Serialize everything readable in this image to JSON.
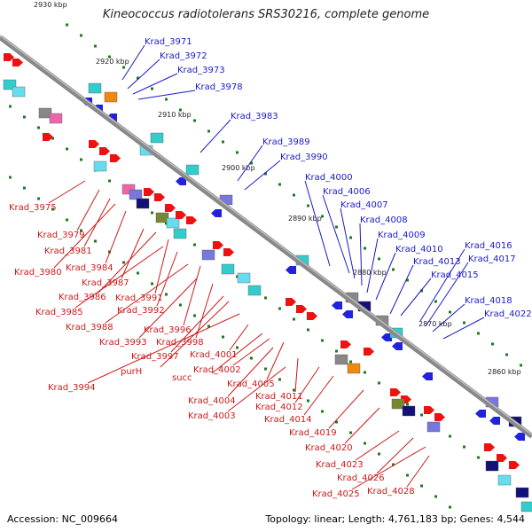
{
  "title": "Kineococcus radiotolerans SRS30216, complete genome",
  "footer": {
    "accession": "Accession: NC_009664",
    "summary": "Topology: linear; Length: 4,761,183 bp; Genes: 4,544"
  },
  "colors": {
    "axis": "#8a8a8a",
    "tick": "#1f7a1f",
    "forward_label": "#1a1acc",
    "reverse_label": "#cc1a1a",
    "gene_red": "#ee1111",
    "gene_blue": "#2222dd",
    "gene_cyan": "#33cccc",
    "gene_lightblue": "#66ddee",
    "gene_purple": "#7777dd",
    "gene_navy": "#111177",
    "gene_gray": "#888888",
    "gene_pink": "#ee66aa",
    "gene_orange": "#ee8811",
    "gene_olive": "#778833"
  },
  "kbp_labels": [
    "2930 kbp",
    "2920 kbp",
    "2910 kbp",
    "2900 kbp",
    "2890 kbp",
    "2880 kbp",
    "2870 kbp",
    "2860 kbp"
  ],
  "forward_labels": [
    "Krad_3971",
    "Krad_3972",
    "Krad_3973",
    "Krad_3978",
    "Krad_3983",
    "Krad_3989",
    "Krad_3990",
    "Krad_4000",
    "Krad_4006",
    "Krad_4007",
    "Krad_4008",
    "Krad_4009",
    "Krad_4010",
    "Krad_4013",
    "Krad_4016",
    "Krad_4017",
    "Krad_4015",
    "Krad_4018",
    "Krad_4022"
  ],
  "reverse_labels": [
    "Krad_3975",
    "Krad_3979",
    "Krad_3981",
    "Krad_3980",
    "Krad_3984",
    "Krad_3987",
    "Krad_3986",
    "Krad_3991",
    "Krad_3985",
    "Krad_3992",
    "Krad_3988",
    "Krad_3996",
    "Krad_3993",
    "Krad_3998",
    "Krad_3997",
    "purH",
    "Krad_4001",
    "Krad_3994",
    "succ",
    "Krad_4002",
    "Krad_4005",
    "Krad_4004",
    "Krad_4011",
    "Krad_4003",
    "Krad_4012",
    "Krad_4014",
    "Krad_4019",
    "Krad_4020",
    "Krad_4023",
    "Krad_4026",
    "Krad_4025",
    "Krad_4028"
  ]
}
